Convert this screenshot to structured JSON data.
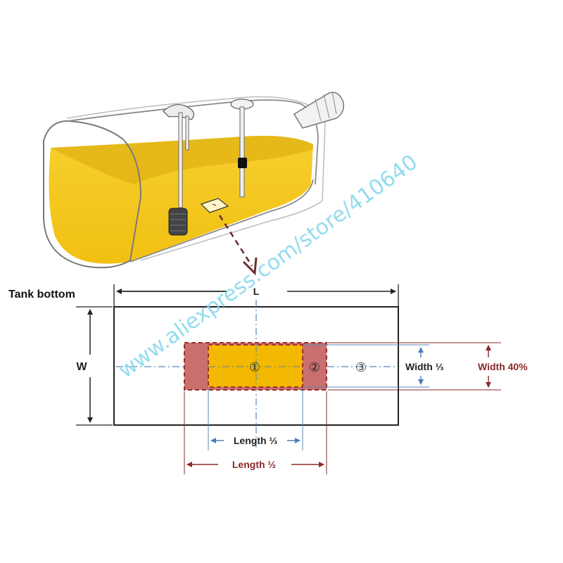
{
  "diagram": {
    "tank_bottom_label": "Tank bottom",
    "length_symbol": "L",
    "width_symbol": "W",
    "zone_1": "①",
    "zone_2": "②",
    "zone_3": "③",
    "width_third_label": "Width ⅓",
    "width_percent_label": "Width 40%",
    "length_third_label": "Length ⅓",
    "length_half_label": "Length ½"
  },
  "watermark": "www.aliexpress.com/store/410640",
  "colors": {
    "fuel": "#f3c21a",
    "fuel_dark": "#d7a20f",
    "zone_fill": "#f1b400",
    "zone_outline": "#c0392b",
    "outer_zone": "#c9706f",
    "dimension_red": "#8c2a2a",
    "dimension_blue": "#4a7fb5",
    "watermark": "#7fd6ea"
  }
}
